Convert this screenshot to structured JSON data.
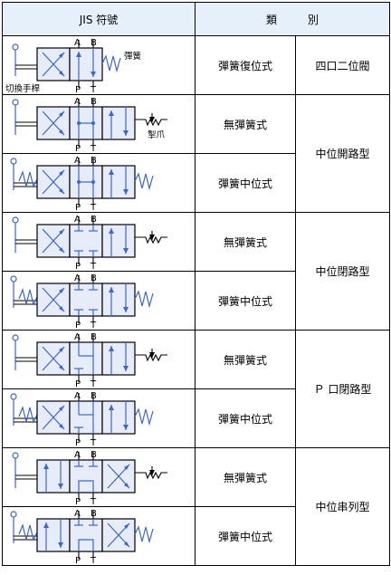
{
  "header": {
    "symbol": "JIS 符號",
    "kind_a": "類",
    "kind_b": "別"
  },
  "ports": {
    "a": "A",
    "b": "B",
    "p": "P",
    "t": "T"
  },
  "annotations": {
    "lever": "切換手桿",
    "spring": "彈簧",
    "detent": "掣爪"
  },
  "rows": [
    {
      "name": "彈簧復位式",
      "category": "四口二位閥"
    },
    {
      "name": "無彈簧式",
      "category": "中位開路型"
    },
    {
      "name": "彈簧中位式"
    },
    {
      "name": "無彈簧式",
      "category": "中位閉路型"
    },
    {
      "name": "彈簧中位式"
    },
    {
      "name": "無彈簧式",
      "category": "Ｐ 口閉路型"
    },
    {
      "name": "彈簧中位式"
    },
    {
      "name": "無彈簧式",
      "category": "中位串列型"
    },
    {
      "name": "彈簧中位式"
    }
  ]
}
